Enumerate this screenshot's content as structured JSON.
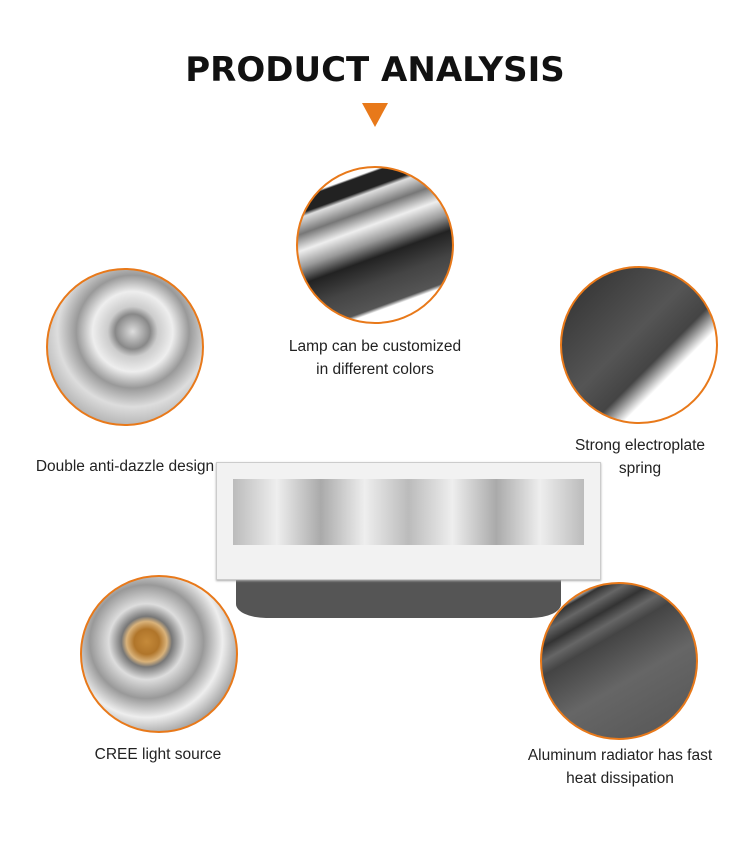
{
  "title": "PRODUCT ANALYSIS",
  "accent_color": "#e8791a",
  "features": [
    {
      "caption_lines": [
        "Lamp can be customized",
        "in different colors"
      ]
    },
    {
      "caption_lines": [
        "Double anti-dazzle design"
      ]
    },
    {
      "caption_lines": [
        "Strong electroplate",
        "spring"
      ]
    },
    {
      "caption_lines": [
        "CREE light source"
      ]
    },
    {
      "caption_lines": [
        "Aluminum radiator has fast",
        "heat dissipation"
      ]
    }
  ]
}
